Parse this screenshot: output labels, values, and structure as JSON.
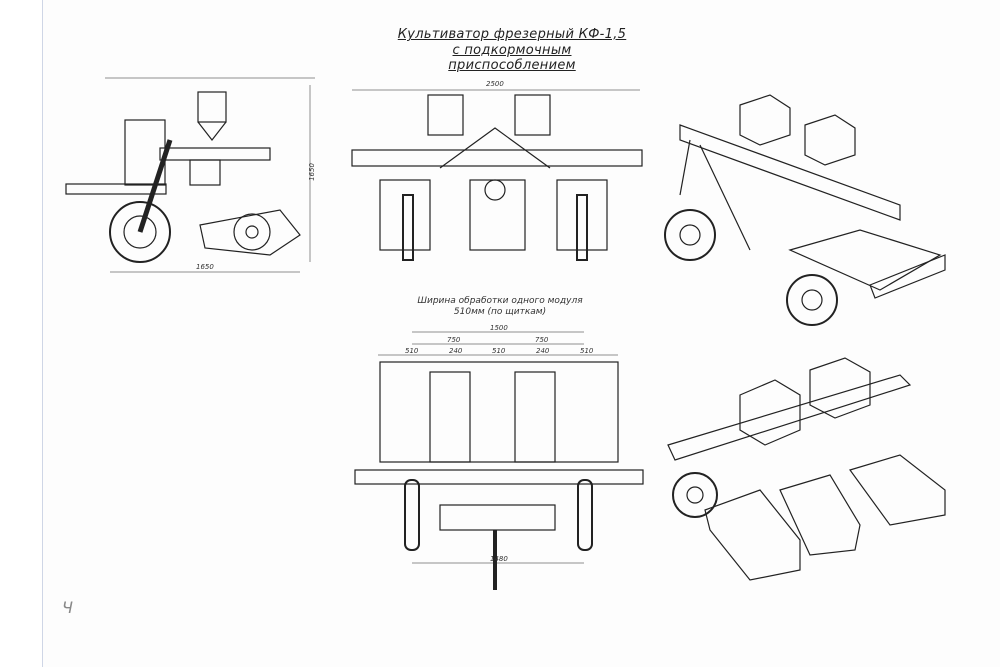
{
  "title": {
    "line1": "Культиватор фрезерный КФ-1,5",
    "line2": "с подкормочным приспособлением"
  },
  "caption": {
    "line1": "Ширина обработки одного модуля",
    "line2": "510мм (по щиткам)"
  },
  "side_view": {
    "width": "1650",
    "height": "1650"
  },
  "front_view": {
    "width": "2500"
  },
  "top_view": {
    "total": "1500",
    "half_left": "750",
    "half_right": "750",
    "segments": [
      "510",
      "240",
      "510",
      "240",
      "510"
    ],
    "track": "1480"
  },
  "margin_mark": "Ч"
}
